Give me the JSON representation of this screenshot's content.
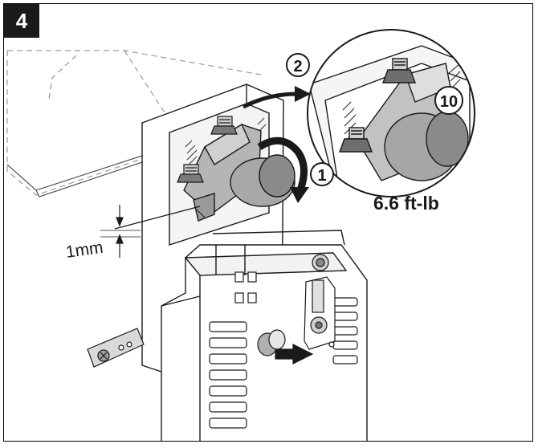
{
  "step": {
    "number": "4"
  },
  "callouts": {
    "first": "1",
    "second": "2",
    "detail_ref": "10"
  },
  "labels": {
    "gap": "1mm",
    "torque": "6.6 ft-lb"
  },
  "colors": {
    "line": "#1a1a1a",
    "metal_gray": "#8c8c8c",
    "light_gray": "#d9d9d9",
    "dashed": "#9a9a9a"
  }
}
